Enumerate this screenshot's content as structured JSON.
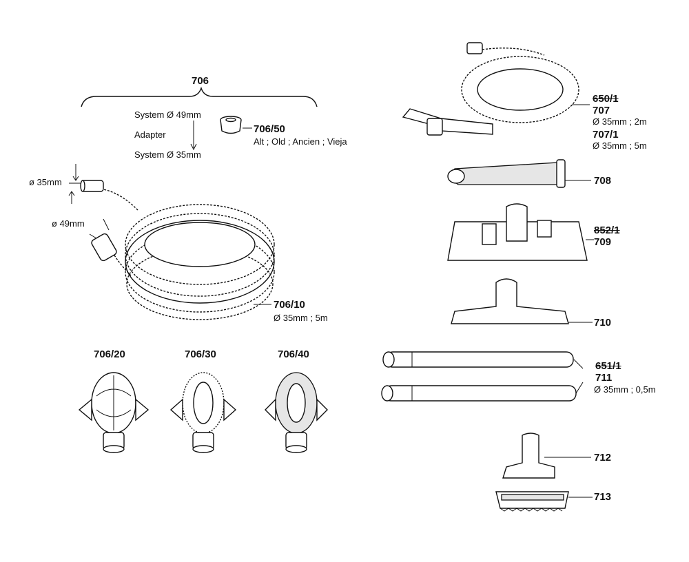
{
  "labels": {
    "p706": "706",
    "sys49": "System  Ø 49mm",
    "adapter": "Adapter",
    "sys35": "System  Ø 35mm",
    "p706_50": "706/50",
    "alt": "Alt ; Old ; Ancien ; Vieja",
    "d35": "ø 35mm",
    "d49": "ø 49mm",
    "p706_10": "706/10",
    "d706_10": "Ø 35mm ; 5m",
    "p706_20": "706/20",
    "p706_30": "706/30",
    "p706_40": "706/40",
    "p650_1": "650/1",
    "p707": "707",
    "d707": "Ø 35mm ; 2m",
    "p707_1": "707/1",
    "d707_1": "Ø 35mm ; 5m",
    "p708": "708",
    "p852_1": "852/1",
    "p709": "709",
    "p710": "710",
    "p651_1": "651/1",
    "p711": "711",
    "d711": "Ø 35mm ; 0,5m",
    "p712": "712",
    "p713": "713"
  }
}
